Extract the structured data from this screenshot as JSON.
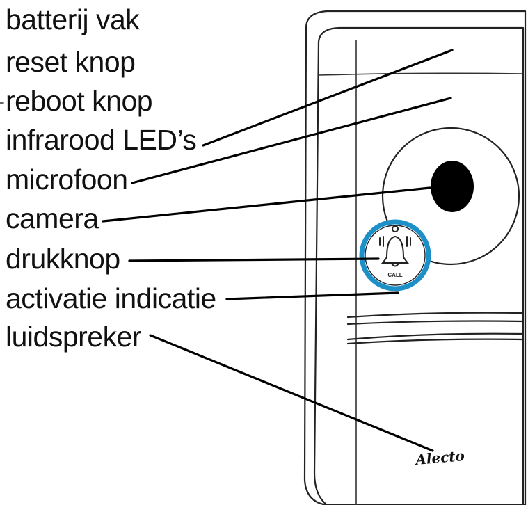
{
  "labels": [
    "batterij vak",
    "reset knop",
    "reboot knop",
    "infrarood LED’s",
    "microfoon",
    "camera",
    "drukknop",
    "activatie indicatie",
    "luidspreker"
  ],
  "button": {
    "text": "CALL"
  },
  "brand": {
    "logo_text": "Alecto"
  },
  "colors": {
    "ring": "#1e90c8",
    "line": "#000000",
    "lens": "#000000"
  },
  "icons": [
    "bell-icon"
  ]
}
